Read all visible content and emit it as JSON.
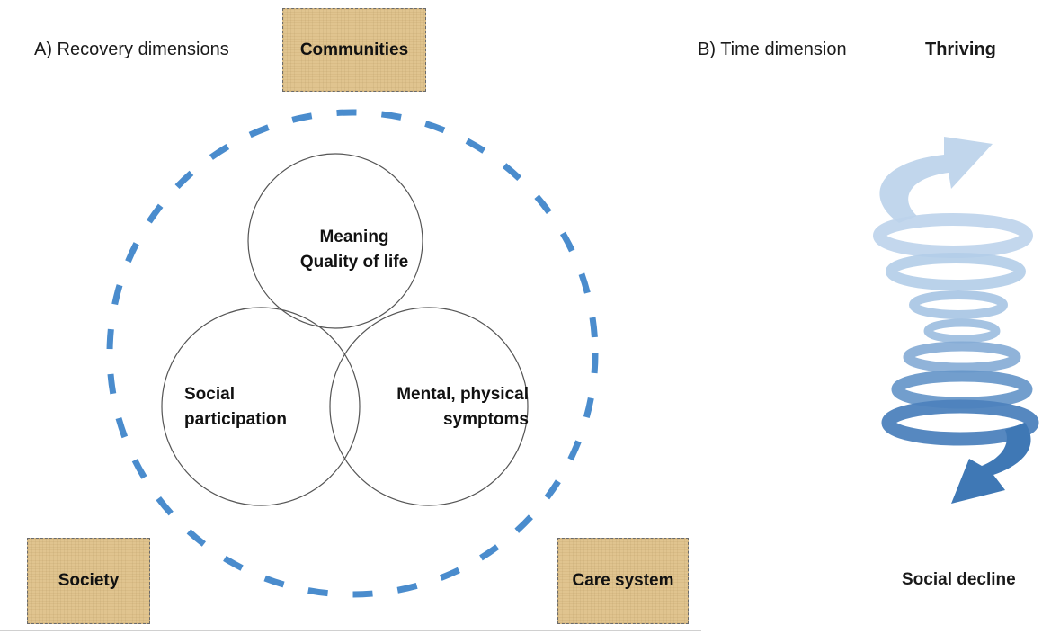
{
  "panel_a": {
    "heading": "A) Recovery dimensions",
    "context_boxes": {
      "communities": "Communities",
      "society": "Society",
      "care_system": "Care system"
    },
    "dimensions": {
      "meaning": [
        "Meaning",
        "Quality of life"
      ],
      "social": [
        "Social",
        "participation"
      ],
      "symptoms": [
        "Mental, physical",
        "symptoms"
      ]
    }
  },
  "panel_b": {
    "heading": "B) Time dimension",
    "top_label": "Thriving",
    "bottom_label": "Social decline"
  },
  "colors": {
    "dashed_ring": "#4a8ccd",
    "context_box_fill": "#e0c48f",
    "spiral_light": "#b9d2ea",
    "spiral_dark": "#3f78b5"
  }
}
